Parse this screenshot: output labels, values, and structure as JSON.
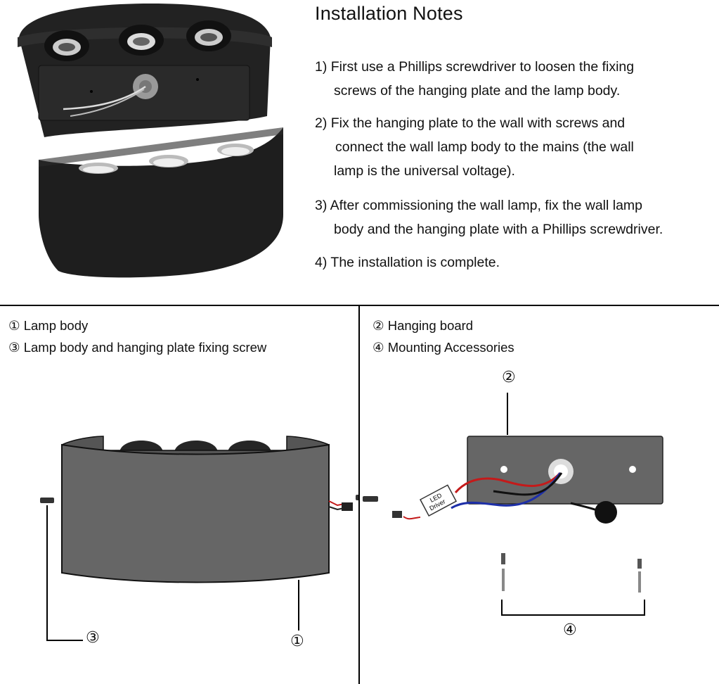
{
  "notes": {
    "title": "Installation Notes",
    "step1_line1": "1) First use a Phillips screwdriver to loosen the fixing",
    "step1_line2": "screws of the hanging plate and the lamp body.",
    "step2_line1": "2) Fix the hanging plate to the wall with screws and",
    "step2_line2": "connect the wall lamp body to the mains (the wall",
    "step2_line3": "lamp is the universal voltage).",
    "step3_line1": "3) After commissioning the wall lamp, fix the wall lamp",
    "step3_line2": "body and the hanging plate with a Phillips screwdriver.",
    "step4": "4) The installation is complete."
  },
  "legend": {
    "item1": "① Lamp body",
    "item2": "② Hanging board",
    "item3": "③ Lamp body and hanging plate fixing screw",
    "item4": "④ Mounting Accessories"
  },
  "callouts": {
    "c1": "①",
    "c2": "②",
    "c3": "③",
    "c4": "④"
  },
  "diagram": {
    "driver_label_line1": "LED",
    "driver_label_line2": "Driver"
  },
  "colors": {
    "lamp_black": "#1e1e1e",
    "lamp_gray": "#666666",
    "wire_red": "#c41a1a",
    "wire_blue": "#1d2fa8"
  }
}
